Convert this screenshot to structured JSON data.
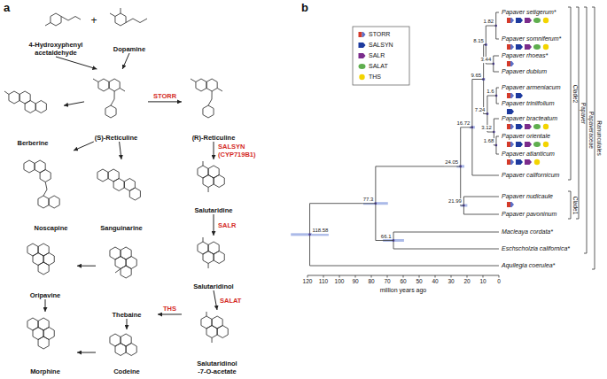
{
  "diagram": {
    "nodes": [
      {
        "text": [
          "4-Hydroxyphenyl acetaldehyde"
        ]
      },
      {
        "text": [
          "Dopamine"
        ]
      },
      {
        "text": [
          "(S)-Reticuline"
        ]
      },
      {
        "text": [
          "(R)-Reticuline"
        ]
      },
      {
        "text": [
          "Berberine"
        ]
      },
      {
        "text": [
          "Noscapine"
        ]
      },
      {
        "text": [
          "Sanguinarine"
        ]
      },
      {
        "text": [
          "Salutaridine"
        ]
      },
      {
        "text": [
          "Salutaridinol"
        ]
      },
      {
        "text": [
          "Salutaridinol -7-O-acetate"
        ]
      },
      {
        "text": [
          "Oripavine"
        ]
      },
      {
        "text": [
          "Thebaine"
        ]
      },
      {
        "text": [
          "Codeine"
        ]
      },
      {
        "text": [
          "Morphine"
        ]
      }
    ],
    "edges": [
      {
        "from": 0,
        "to": 2,
        "arrow": "to"
      },
      {
        "from": 1,
        "to": 2,
        "arrow": "to"
      },
      {
        "from": 2,
        "to": 3,
        "arrow": "to",
        "label": "STORR"
      },
      {
        "from": 2,
        "to": 4,
        "arrow": "to"
      },
      {
        "from": 2,
        "to": 5,
        "arrow": "to"
      },
      {
        "from": 2,
        "to": 6,
        "arrow": "to"
      },
      {
        "from": 3,
        "to": 7,
        "arrow": "to",
        "label": "SALSYN (CYP719B1)"
      },
      {
        "from": 7,
        "to": 8,
        "arrow": "to",
        "label": "SALR"
      },
      {
        "from": 8,
        "to": 9,
        "arrow": "to",
        "label": "SALAT"
      },
      {
        "from": 9,
        "to": 11,
        "arrow": "to",
        "label": "THS"
      },
      {
        "from": 11,
        "to": 10,
        "arrow": "to"
      },
      {
        "from": 11,
        "to": 12,
        "arrow": "to"
      },
      {
        "from": 10,
        "to": 13,
        "arrow": "to"
      },
      {
        "from": 12,
        "to": 13,
        "arrow": "to"
      }
    ],
    "labels": [
      "a",
      "+",
      "b",
      "Papaver setigerum*",
      "Papaver somniferum*",
      "Papaver rhoeas*",
      "Papaver dubium",
      "Papaver armeniacum",
      "Papaver triniifolium",
      "Papaver bracteatum",
      "Papaver orientale",
      "Papaver atlanticum",
      "Papaver californicum",
      "Papaver nudicaule",
      "Papaver pavoninum",
      "Macleaya cordata*",
      "Eschscholzia californica*",
      "Aquilegia coerulea*",
      "1.82",
      "8.15",
      "7.24",
      "3.44",
      "9.65",
      "1.6",
      "3.12",
      "1.68",
      "16.72",
      "24.05",
      "21.99",
      "77.3",
      "66.1",
      "118.58",
      "120",
      "110",
      "100",
      "90",
      "80",
      "70",
      "60",
      "50",
      "40",
      "30",
      "20",
      "10",
      "0",
      "million years ago",
      "Clade2",
      "Clade1",
      "Papaver",
      "Papaveraceae",
      "Ranunculales"
    ],
    "legend": [
      {
        "text": "STORR"
      },
      {
        "text": "SALSYN",
        "color": "#1d3a9e"
      },
      {
        "text": "SALR",
        "color": "#7b2c8c"
      },
      {
        "text": "SALAT",
        "color": "#5fae4e"
      },
      {
        "text": "THS",
        "color": "#f3d400"
      }
    ]
  }
}
